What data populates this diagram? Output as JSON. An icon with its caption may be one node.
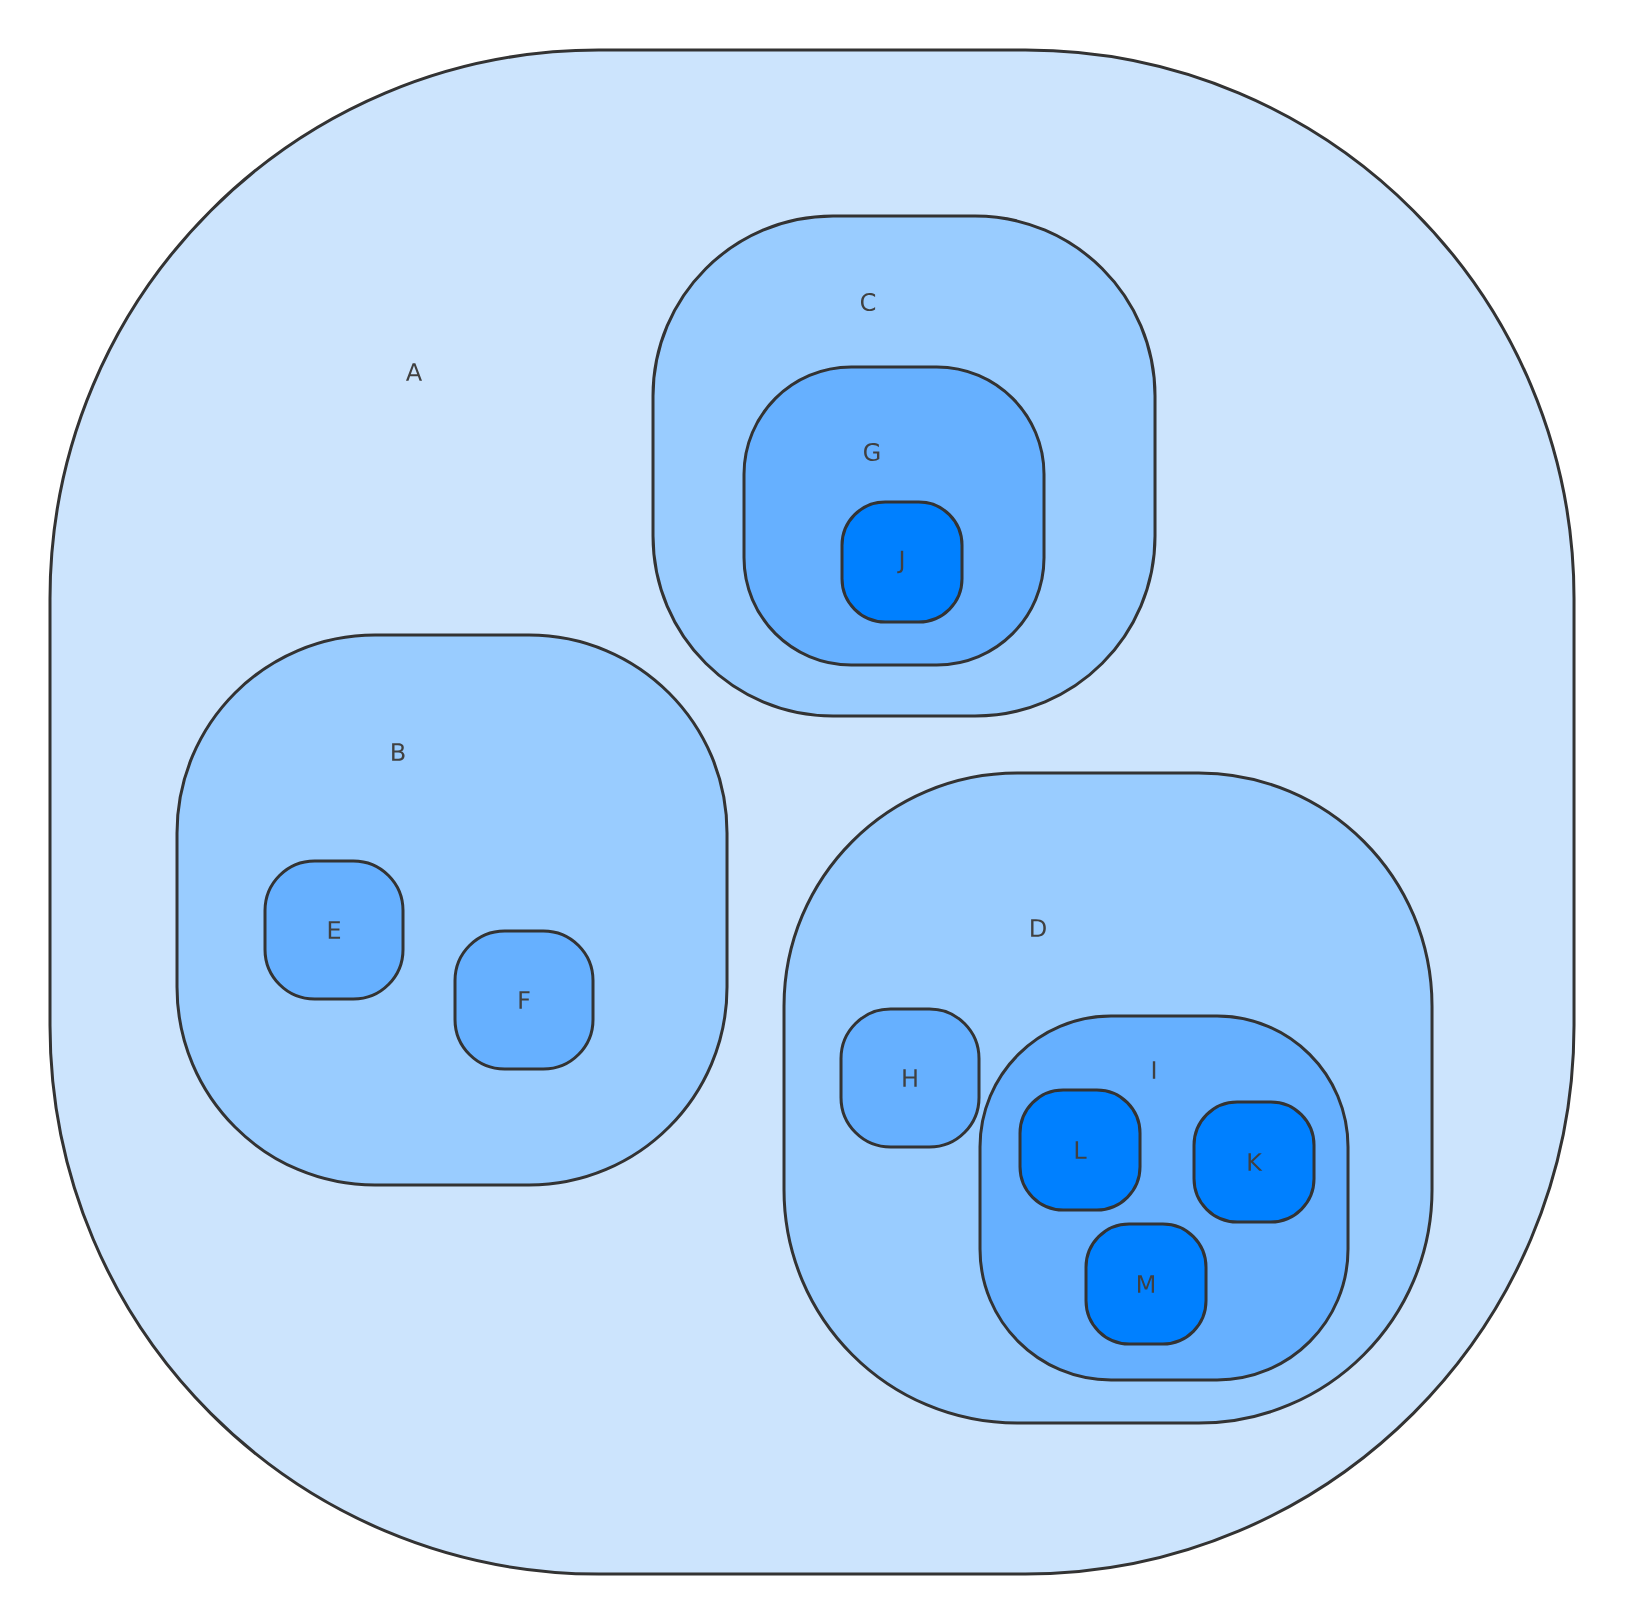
{
  "diagram": {
    "nodes": [
      {
        "text": [
          "A"
        ]
      },
      {
        "text": [
          "C"
        ],
        "in": 0
      },
      {
        "text": [
          "G"
        ],
        "in": 1
      },
      {
        "text": [
          "J"
        ],
        "in": 2
      },
      {
        "text": [
          "B"
        ],
        "in": 0
      },
      {
        "text": [
          "E"
        ],
        "in": 4
      },
      {
        "text": [
          "F"
        ],
        "in": 4
      },
      {
        "text": [
          "D"
        ],
        "in": 0
      },
      {
        "text": [
          "H"
        ],
        "in": 7
      },
      {
        "text": [
          "I"
        ],
        "in": 7
      },
      {
        "text": [
          "L"
        ],
        "in": 9
      },
      {
        "text": [
          "K"
        ],
        "in": 9
      },
      {
        "text": [
          "M"
        ],
        "in": 9
      }
    ]
  }
}
